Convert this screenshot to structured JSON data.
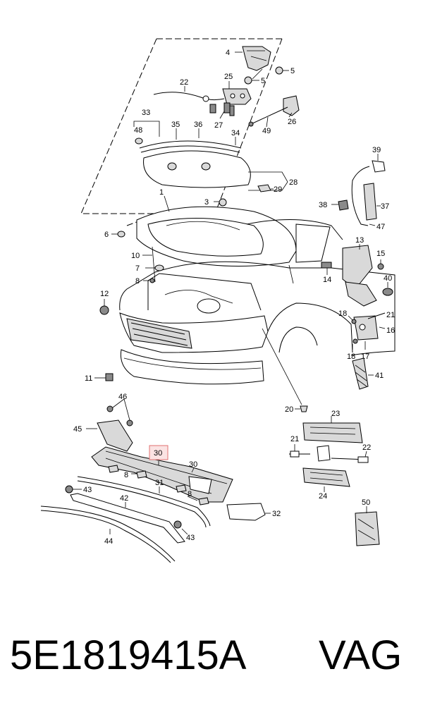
{
  "diagram": {
    "callouts": {
      "c4": "4",
      "c5a": "5",
      "c5b": "5",
      "c22a": "22",
      "c25": "25",
      "c33": "33",
      "c48": "48",
      "c35": "35",
      "c36": "36",
      "c27": "27",
      "c34": "34",
      "c49": "49",
      "c26": "26",
      "c28": "28",
      "c29": "29",
      "c1": "1",
      "c3": "3",
      "c39": "39",
      "c38": "38",
      "c37": "37",
      "c47": "47",
      "c6": "6",
      "c10": "10",
      "c7": "7",
      "c8a": "8",
      "c13": "13",
      "c15": "15",
      "c14": "14",
      "c40": "40",
      "c12": "12",
      "c18a": "18",
      "c21a": "21",
      "c16": "16",
      "c17": "17",
      "c18b": "18",
      "c41": "41",
      "c11": "11",
      "c20": "20",
      "c46": "46",
      "c45": "45",
      "c23": "23",
      "c21b": "21",
      "c22b": "22",
      "c30hl": "30",
      "c30": "30",
      "c8b": "8",
      "c31": "31",
      "c43a": "43",
      "c42": "42",
      "c8c": "8",
      "c24": "24",
      "c50": "50",
      "c32": "32",
      "c44": "44",
      "c43b": "43"
    }
  },
  "footer": {
    "part_number": "5E1819415A",
    "brand": "VAG"
  }
}
